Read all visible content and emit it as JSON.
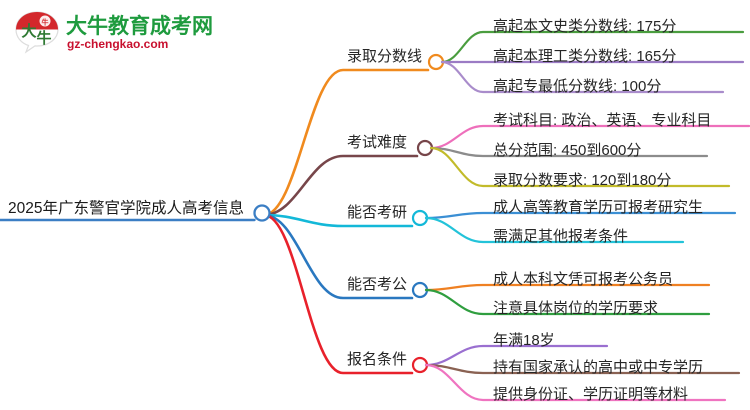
{
  "logo": {
    "icon": "speech-bubble-logo-icon",
    "mark_text": "大牛",
    "name_cn": "大牛教育成考网",
    "url": "gz-chengkao.com",
    "green": "#1e9b3e",
    "red": "#c8102e"
  },
  "mindmap": {
    "root": {
      "label": "2025年广东警官学院成人高考信息",
      "color": "#3b7ec4"
    },
    "branches": [
      {
        "label": "录取分数线",
        "color": "#f08a1e",
        "children": [
          {
            "label": "高起本文史类分数线: 175分",
            "color": "#4a9d3f"
          },
          {
            "label": "高起本理工类分数线: 165分",
            "color": "#9b7bc4"
          },
          {
            "label": "高起专最低分数线: 100分",
            "color": "#a98ccb"
          }
        ]
      },
      {
        "label": "考试难度",
        "color": "#77464a",
        "children": [
          {
            "label": "考试科目: 政治、英语、专业科目",
            "color": "#ee6fbb"
          },
          {
            "label": "总分范围: 450到600分",
            "color": "#8c8c8c"
          },
          {
            "label": "录取分数要求: 120到180分",
            "color": "#c2bb2a"
          }
        ]
      },
      {
        "label": "能否考研",
        "color": "#13b8d8",
        "children": [
          {
            "label": "成人高等教育学历可报考研究生",
            "color": "#3b8fd4"
          },
          {
            "label": "需满足其他报考条件",
            "color": "#23c3d9"
          }
        ]
      },
      {
        "label": "能否考公",
        "color": "#2a78c0",
        "children": [
          {
            "label": "成人本科文凭可报考公务员",
            "color": "#ef8022"
          },
          {
            "label": "注意具体岗位的学历要求",
            "color": "#2f9e3f"
          }
        ]
      },
      {
        "label": "报名条件",
        "color": "#e8212b",
        "children": [
          {
            "label": "年满18岁",
            "color": "#9a6fd0"
          },
          {
            "label": "持有国家承认的高中或中专学历",
            "color": "#8a6253"
          },
          {
            "label": "提供身份证、学历证明等材料",
            "color": "#ef74c0"
          }
        ]
      }
    ]
  }
}
